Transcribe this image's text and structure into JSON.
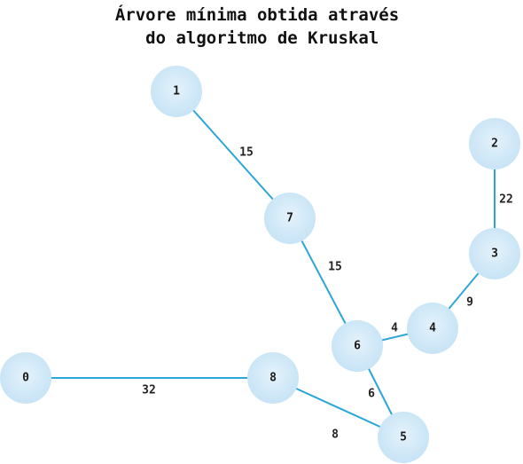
{
  "title": {
    "line1": "Árvore mínima obtida através",
    "line2": " do algoritmo de Kruskal"
  },
  "graph": {
    "node_color": "#cde7f7",
    "edge_color": "#2ba6d8",
    "nodes": [
      {
        "id": "0",
        "label": "0"
      },
      {
        "id": "1",
        "label": "1"
      },
      {
        "id": "2",
        "label": "2"
      },
      {
        "id": "3",
        "label": "3"
      },
      {
        "id": "4",
        "label": "4"
      },
      {
        "id": "5",
        "label": "5"
      },
      {
        "id": "6",
        "label": "6"
      },
      {
        "id": "7",
        "label": "7"
      },
      {
        "id": "8",
        "label": "8"
      }
    ],
    "edges": [
      {
        "from": "1",
        "to": "7",
        "weight": "15"
      },
      {
        "from": "7",
        "to": "6",
        "weight": "15"
      },
      {
        "from": "2",
        "to": "3",
        "weight": "22"
      },
      {
        "from": "3",
        "to": "4",
        "weight": "9"
      },
      {
        "from": "6",
        "to": "4",
        "weight": "4"
      },
      {
        "from": "6",
        "to": "5",
        "weight": "6"
      },
      {
        "from": "0",
        "to": "8",
        "weight": "32"
      },
      {
        "from": "8",
        "to": "5",
        "weight": "8"
      }
    ]
  }
}
